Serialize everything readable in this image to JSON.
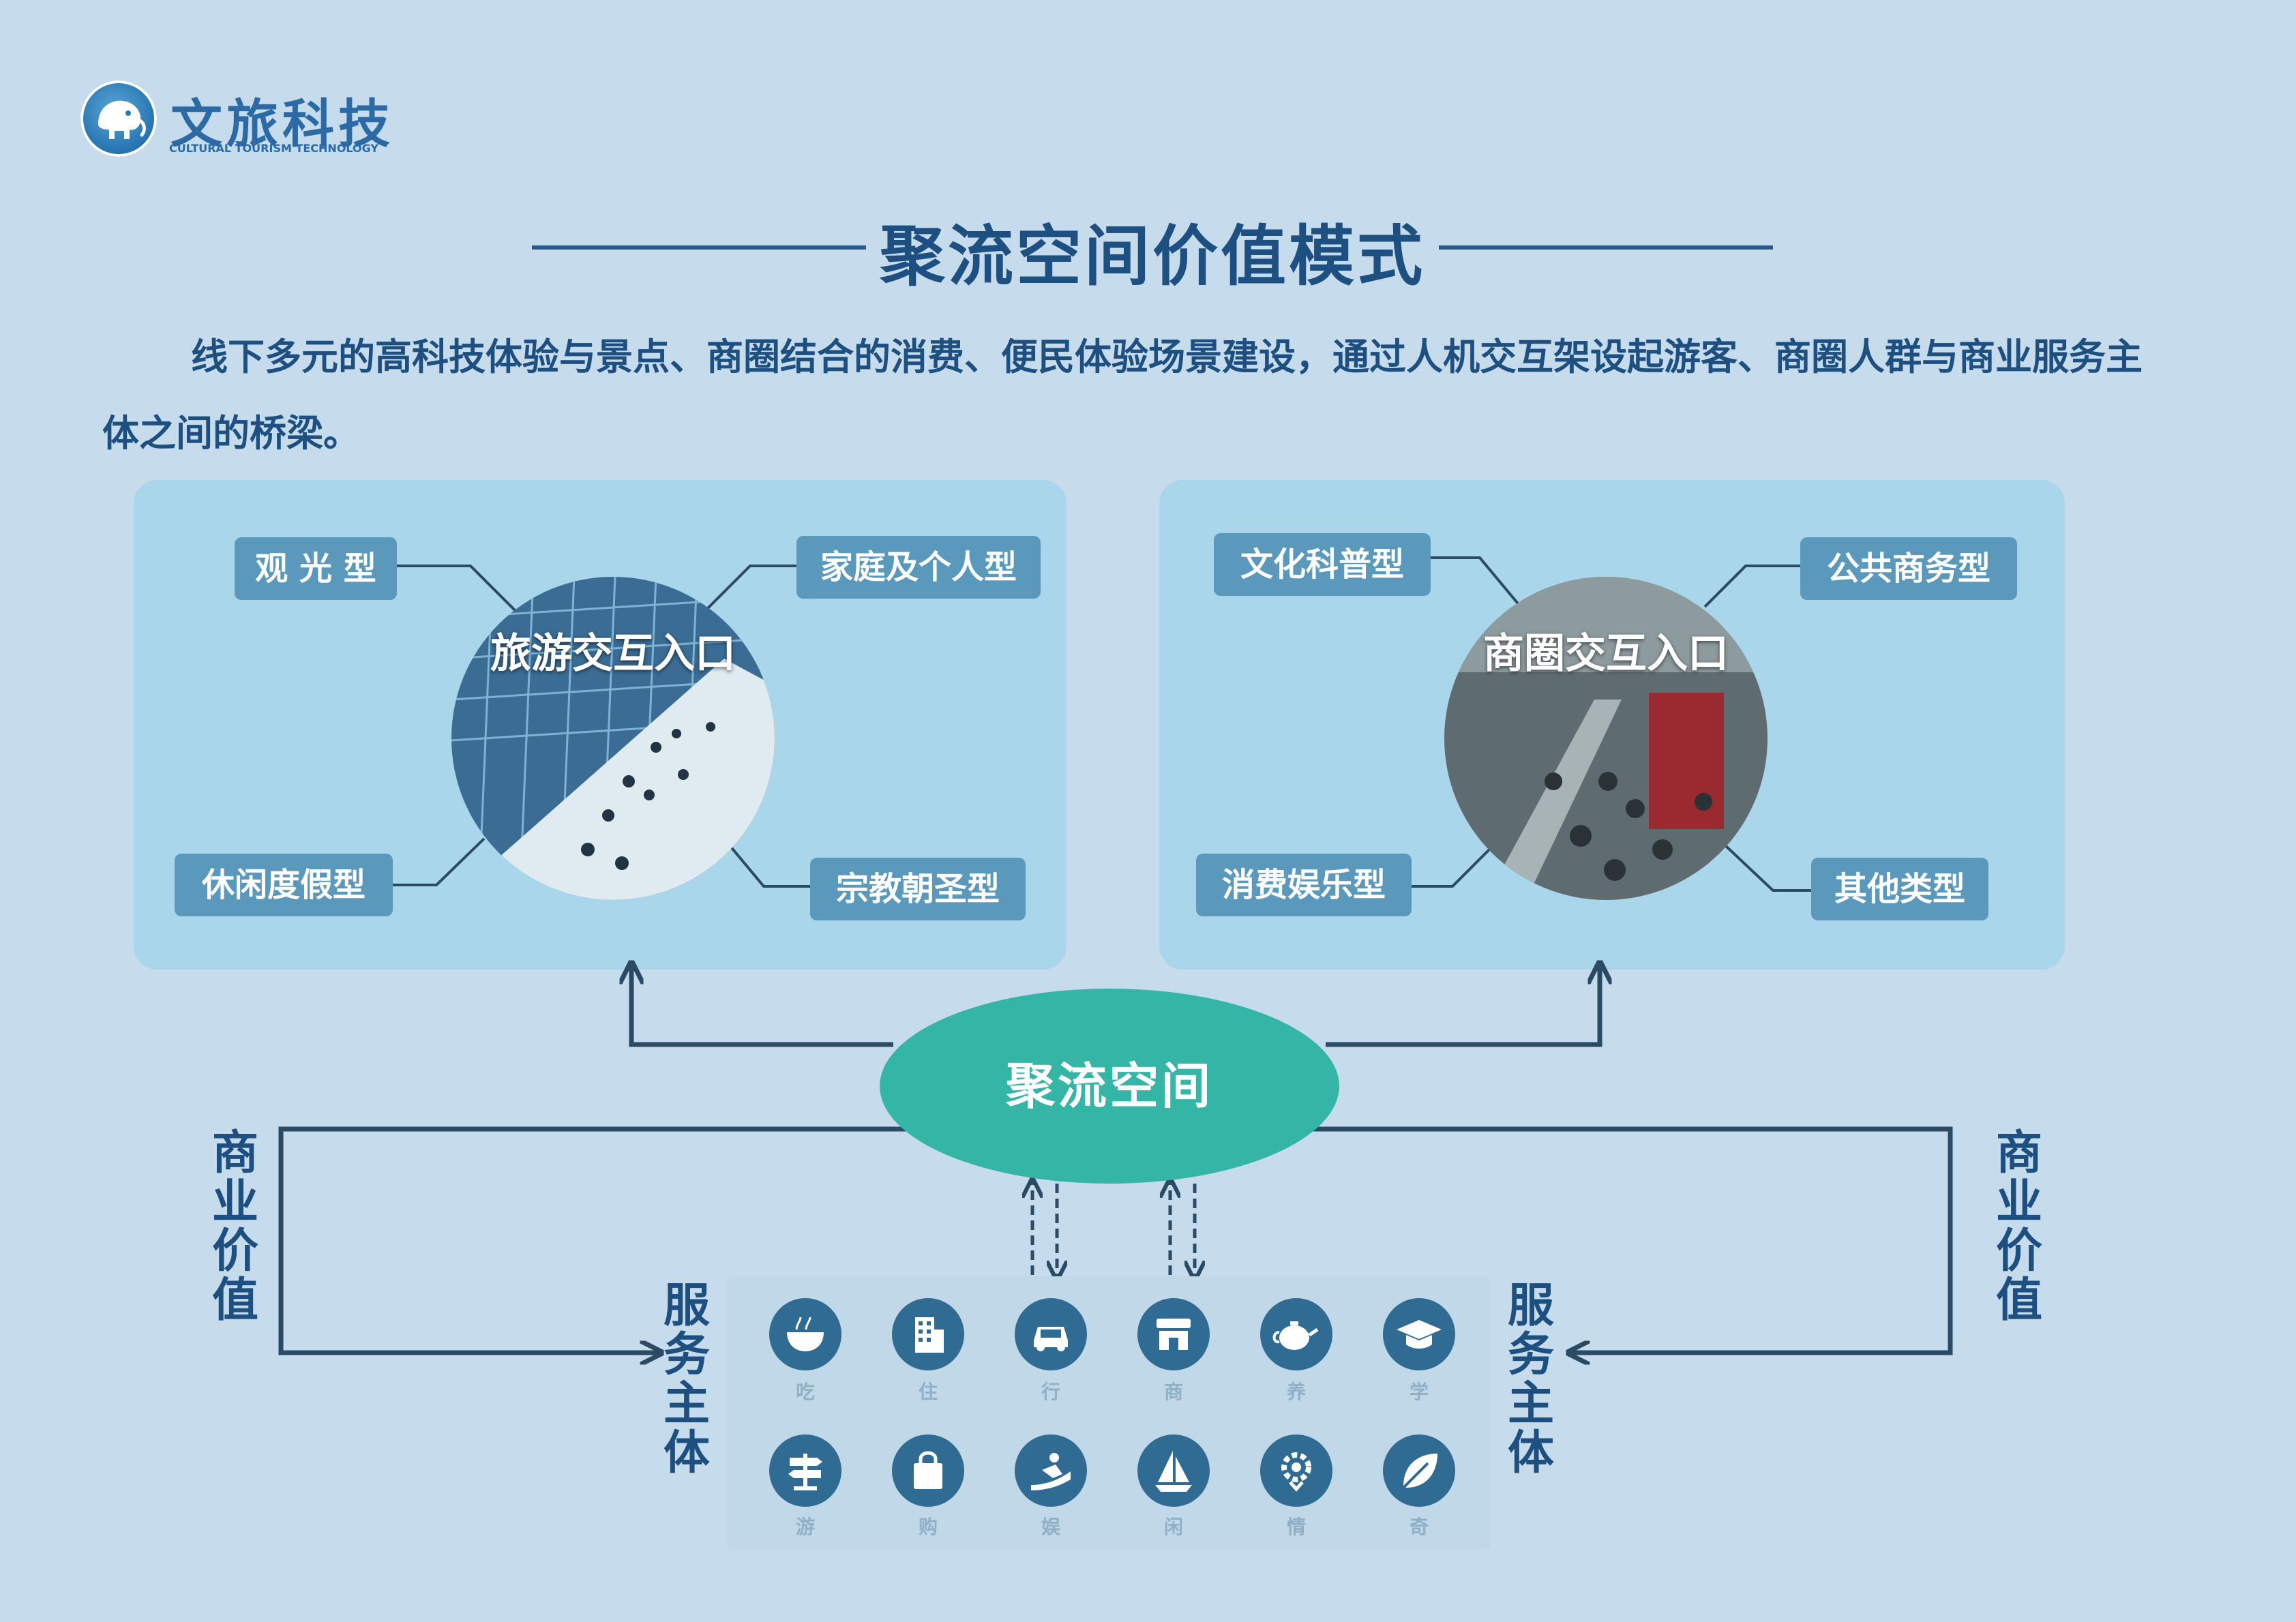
{
  "logo": {
    "title": "文旅科技",
    "subtitle": "CULTURAL TOURISM TECHNOLOGY"
  },
  "title": "聚流空间价值模式",
  "intro": "线下多元的高科技体验与景点、商圈结合的消费、便民体验场景建设，通过人机交互架设起游客、商圈人群与商业服务主体之间的桥梁。",
  "left_panel": {
    "center_label": "旅游交互入口",
    "tags": [
      "观 光 型",
      "家庭及个人型",
      "休闲度假型",
      "宗教朝圣型"
    ]
  },
  "right_panel": {
    "center_label": "商圈交互入口",
    "tags": [
      "文化科普型",
      "公共商务型",
      "消费娱乐型",
      "其他类型"
    ]
  },
  "hub_label": "聚流空间",
  "side_labels": {
    "left_value": "商业价值",
    "right_value": "商业价值",
    "left_service": "服务主体",
    "right_service": "服务主体"
  },
  "services": [
    {
      "label": "吃",
      "icon": "bowl-icon"
    },
    {
      "label": "住",
      "icon": "building-icon"
    },
    {
      "label": "行",
      "icon": "car-icon"
    },
    {
      "label": "商",
      "icon": "shop-icon"
    },
    {
      "label": "养",
      "icon": "teapot-icon"
    },
    {
      "label": "学",
      "icon": "graduation-cap-icon"
    },
    {
      "label": "游",
      "icon": "signpost-icon"
    },
    {
      "label": "购",
      "icon": "shopping-bag-icon"
    },
    {
      "label": "娱",
      "icon": "slide-icon"
    },
    {
      "label": "闲",
      "icon": "sailboat-icon"
    },
    {
      "label": "情",
      "icon": "gear-heart-icon"
    },
    {
      "label": "奇",
      "icon": "leaf-icon"
    }
  ],
  "colors": {
    "background": "#c6dcec",
    "panel": "#a9d6ea",
    "tag": "#5a98bc",
    "hub": "#35b5a5",
    "text": "#1d4f80"
  }
}
